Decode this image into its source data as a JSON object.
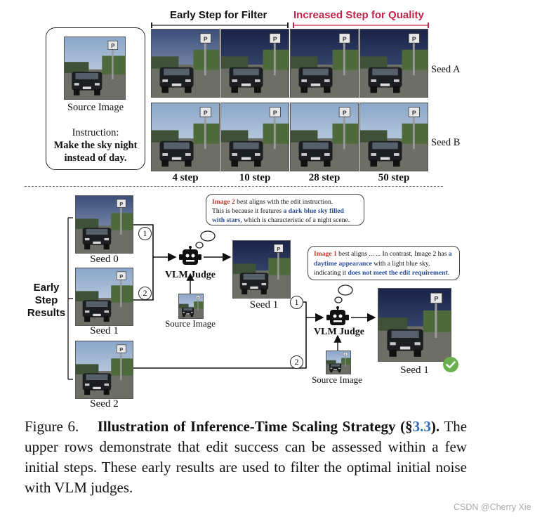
{
  "top": {
    "header_filter": "Early Step for Filter",
    "header_quality": "Increased Step for Quality",
    "header_quality_color": "#c0254a",
    "source_image_label": "Source Image",
    "instruction_label": "Instruction:",
    "instruction_text_line1": "Make the sky night",
    "instruction_text_line2": "instead of day.",
    "seed_a": "Seed A",
    "seed_b": "Seed B",
    "steps": [
      "4 step",
      "10 step",
      "28 step",
      "50 step"
    ]
  },
  "bottom": {
    "early_step_results": [
      "Early",
      "Step",
      "Results"
    ],
    "seeds_left": [
      "Seed 0",
      "Seed 1",
      "Seed 2"
    ],
    "judge_label": "VLM Judge",
    "judge_source_label": "Source Image",
    "selected_seed_mid": "Seed 1",
    "judge2_label": "VLM Judge",
    "judge2_source_label": "Source Image",
    "final_seed": "Seed 1",
    "bubble1": {
      "lead": "Image 2",
      "t1": " best aligns with the edit instruction.",
      "t2": "This is because it features ",
      "highlight": "a dark blue sky filled with stars",
      "t3": ", which is characteristic of a night scene."
    },
    "bubble2": {
      "lead": "Image 1",
      "t1": " best aligns ... ... In contrast, Image 2 has ",
      "highlight1": "a daytime appearance",
      "t2": " with a light blue sky, indicating it ",
      "highlight2": "does not meet the edit requirement",
      "t3": "."
    },
    "markers": [
      "1",
      "2",
      "1",
      "2"
    ],
    "check_color": "#6ab04c"
  },
  "caption": {
    "label": "Figure 6.",
    "title": "Illustration of Inference-Time Scaling Strategy",
    "ref_open": "(§",
    "ref": "3.3",
    "ref_close": ").",
    "ref_color": "#2f6db5",
    "body": " The upper rows demonstrate that edit success can be assessed within a few initial steps.  These early results are used to filter the optimal initial noise with VLM judges."
  },
  "watermark": "CSDN @Cherry Xie"
}
